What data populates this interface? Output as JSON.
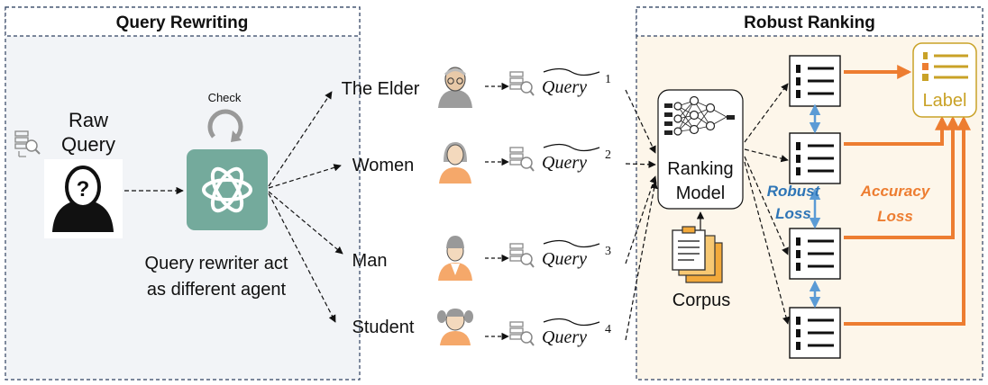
{
  "panels": {
    "left_title": "Query Rewriting",
    "right_title": "Robust Ranking"
  },
  "raw_query": {
    "line1": "Raw",
    "line2": "Query"
  },
  "rewriter": {
    "check_label": "Check",
    "caption_line1": "Query rewriter act",
    "caption_line2": "as different agent"
  },
  "agents": [
    {
      "label": "The Elder",
      "query_base": "Query",
      "superscript": "1"
    },
    {
      "label": "Women",
      "query_base": "Query",
      "superscript": "2"
    },
    {
      "label": "Man",
      "query_base": "Query",
      "superscript": "3"
    },
    {
      "label": "Student",
      "query_base": "Query",
      "superscript": "4"
    }
  ],
  "ranking_model": {
    "line1": "Ranking",
    "line2": "Model"
  },
  "corpus_label": "Corpus",
  "robust_loss": {
    "line1": "Robust",
    "line2": "Loss"
  },
  "accuracy_loss": {
    "line1": "Accuracy",
    "line2": "Loss"
  },
  "label_text": "Label",
  "colors": {
    "orange": "#ed7d31",
    "blue": "#5b9bd5",
    "blue_text": "#2e75b6",
    "rewriter_green": "#74aa9c",
    "right_panel_bg": "#fdf6ea",
    "left_panel_bg": "#f2f4f7",
    "header_bg": "#ffffff",
    "label_gold": "#c9a227"
  }
}
